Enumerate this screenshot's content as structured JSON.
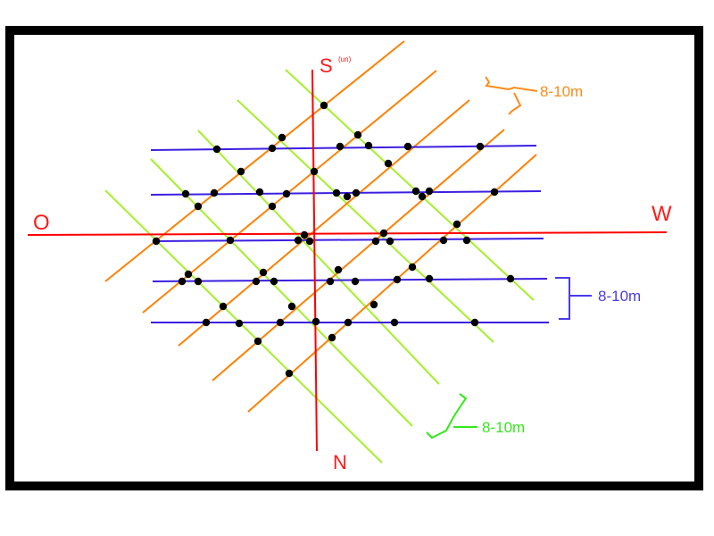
{
  "compass": {
    "south": "S",
    "south_note": "(un)",
    "north": "N",
    "east_west_left": "O",
    "east_west_right": "W"
  },
  "spacing_labels": {
    "orange": "8-10m",
    "blue": "8-10m",
    "green": "8-10m"
  },
  "colors": {
    "frame": "#000000",
    "axes": "#ff0000",
    "orange_lines": "#ff8000",
    "blue_lines": "#3b1fe0",
    "green_lines": "#a6f02a",
    "points": "#000000",
    "orange_label": "#ff8a1a",
    "blue_label": "#4a3ae8",
    "green_label": "#33e81a"
  }
}
